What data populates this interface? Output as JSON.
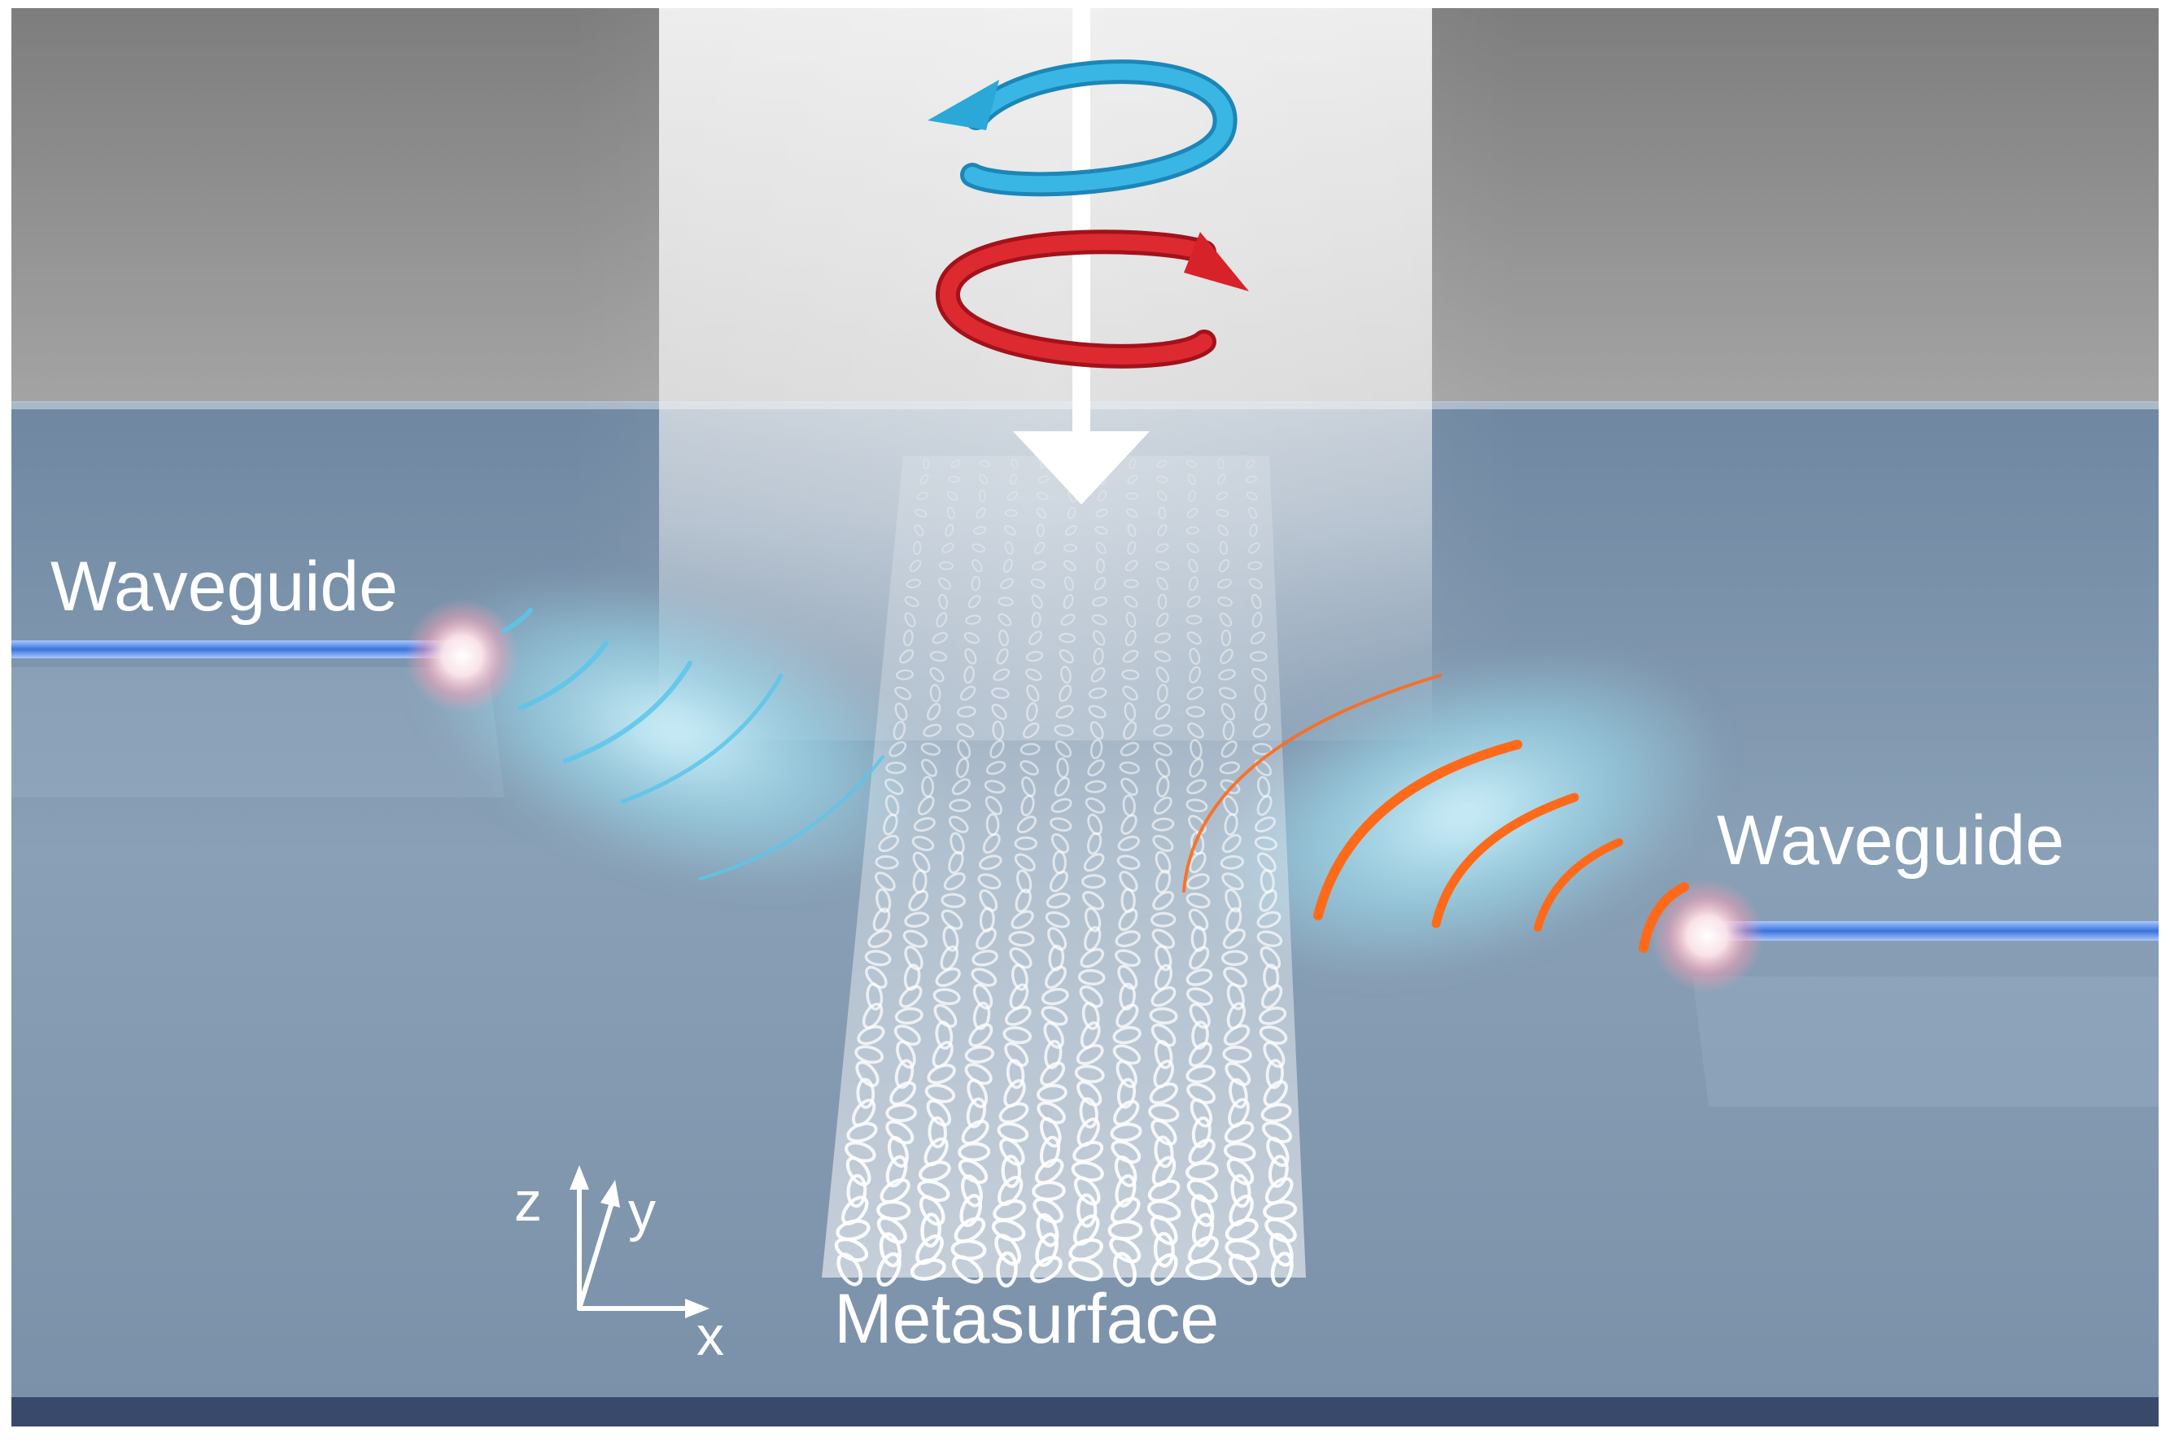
{
  "labels": {
    "waveguide_left": "Waveguide",
    "waveguide_right": "Waveguide",
    "metasurface": "Metasurface",
    "axis_z": "z",
    "axis_y": "y",
    "axis_x": "x"
  },
  "icons": {
    "incident_beam": "incident-light-arrow-icon",
    "lcp": "circular-arrow-counterclockwise-icon",
    "rcp": "circular-arrow-clockwise-icon",
    "axes": "coordinate-axes-icon"
  },
  "colors": {
    "background_top": "#8a8a8a",
    "substrate": "#7e95ad",
    "substrate_edge": "#39496b",
    "beam": "#ececec",
    "left_arrow": "#29a9d8",
    "right_arrow": "#d8222a",
    "left_waves": "#5cc6ea",
    "right_waves": "#ff6a1a",
    "waveguide_core": "#3e79dc",
    "glow": "#c4f2ff",
    "text": "#ffffff"
  }
}
